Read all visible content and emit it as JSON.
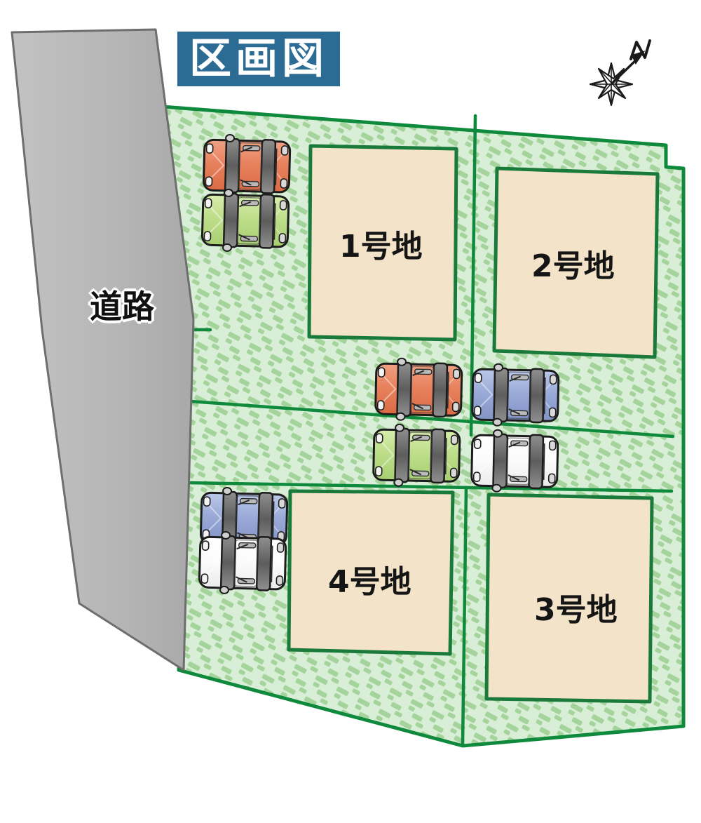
{
  "document": {
    "kind": "real-estate-plot-map",
    "title": "区画図"
  },
  "banner": {
    "label": "区画図",
    "background_color": "#2c6b94",
    "text_color": "#ffffff"
  },
  "road": {
    "label": "道路",
    "fill_color": "#b8b8b8",
    "stroke_color": "#6e6e6e",
    "text_color": "#111111",
    "outline_color": "#ffffff"
  },
  "parcel": {
    "fill_color": "#d9eed6",
    "hatch_color": "#a4d49c",
    "border_color": "#0f8a3d",
    "divider_color": "#0f8a3d"
  },
  "lots": [
    {
      "id": "1",
      "label": "1号地",
      "fill_color": "#f3e3c8",
      "border_color": "#1a7a3c"
    },
    {
      "id": "2",
      "label": "2号地",
      "fill_color": "#f3e3c8",
      "border_color": "#1a7a3c"
    },
    {
      "id": "3",
      "label": "3号地",
      "fill_color": "#f3e3c8",
      "border_color": "#1a7a3c"
    },
    {
      "id": "4",
      "label": "4号地",
      "fill_color": "#f3e3c8",
      "border_color": "#1a7a3c"
    }
  ],
  "compass": {
    "icon": "compass-rose-icon",
    "direction_label": "N",
    "color": "#1a1a1a"
  },
  "cars": [
    {
      "group": "lot1-frontage",
      "position": "upper-left-top",
      "color_name": "orange",
      "color": "#e8825e"
    },
    {
      "group": "lot1-frontage",
      "position": "upper-left-bottom",
      "color_name": "green",
      "color": "#bede8a"
    },
    {
      "group": "center",
      "position": "center-top-left",
      "color_name": "orange",
      "color": "#e8825e"
    },
    {
      "group": "center",
      "position": "center-top-right",
      "color_name": "blue",
      "color": "#9aabd8"
    },
    {
      "group": "center",
      "position": "center-bottom-left",
      "color_name": "green",
      "color": "#bede8a"
    },
    {
      "group": "center",
      "position": "center-bottom-right",
      "color_name": "white",
      "color": "#fdfdfd"
    },
    {
      "group": "lot4-frontage",
      "position": "lower-left-top",
      "color_name": "blue",
      "color": "#9aabd8"
    },
    {
      "group": "lot4-frontage",
      "position": "lower-left-bottom",
      "color_name": "white",
      "color": "#fdfdfd"
    }
  ]
}
